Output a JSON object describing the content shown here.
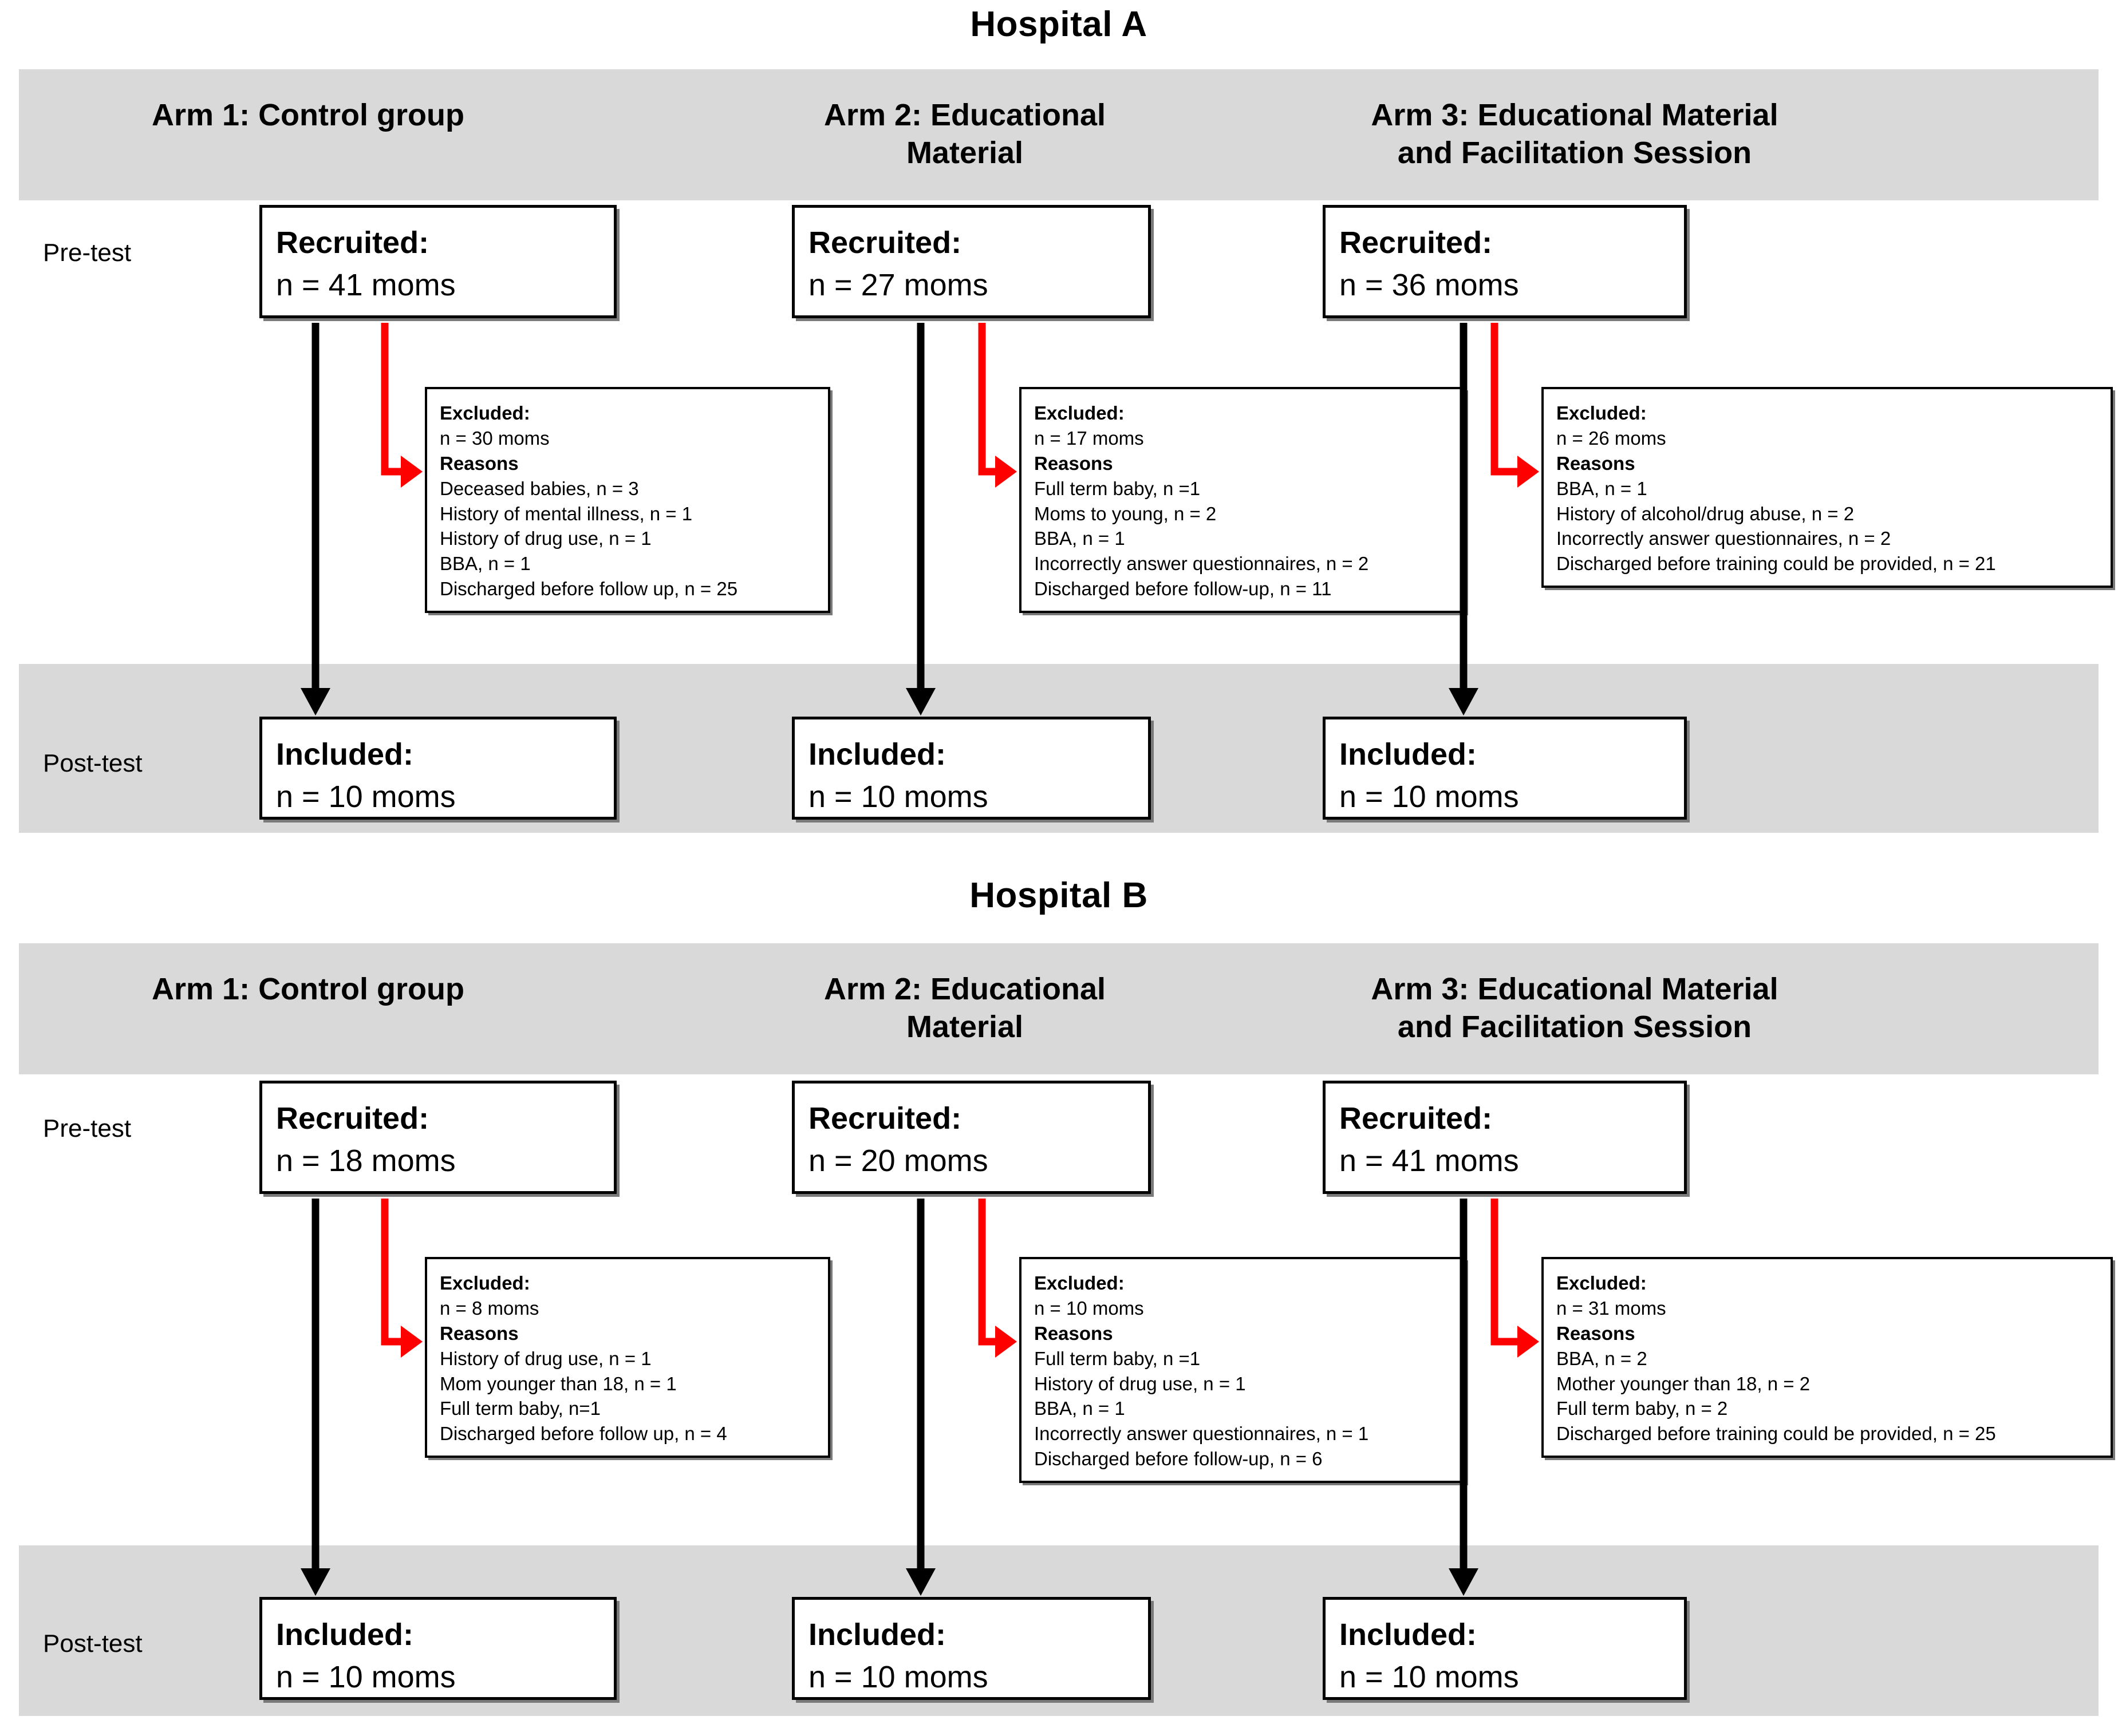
{
  "colors": {
    "band": "#d9d9d9",
    "box_border": "#000000",
    "arrow_black": "#000000",
    "arrow_red": "#ff0000",
    "background": "#ffffff"
  },
  "stage_labels": {
    "pre_test": "Pre-test",
    "post_test": "Post-test"
  },
  "sections": [
    {
      "id": "hospital-a",
      "title": "Hospital A",
      "arms": [
        {
          "header": "Arm 1: Control group",
          "header_lines": [
            "Arm 1: Control group"
          ],
          "recruited": {
            "title": "Recruited:",
            "n": "n = 41 moms"
          },
          "excluded": {
            "title": "Excluded:",
            "n": "n = 30 moms",
            "reasons_label": "Reasons",
            "reasons": [
              "Deceased babies, n = 3",
              "History of mental illness, n = 1",
              "History of drug use, n = 1",
              "BBA, n = 1",
              "Discharged before follow up, n = 25"
            ]
          },
          "included": {
            "title": "Included:",
            "n": "n = 10 moms"
          }
        },
        {
          "header": "Arm 2: Educational Material",
          "header_lines": [
            "Arm 2: Educational",
            "Material"
          ],
          "recruited": {
            "title": "Recruited:",
            "n": "n = 27 moms"
          },
          "excluded": {
            "title": "Excluded:",
            "n": "n = 17 moms",
            "reasons_label": "Reasons",
            "reasons": [
              "Full term baby, n =1",
              "Moms to young, n = 2",
              "BBA, n = 1",
              "Incorrectly answer questionnaires, n = 2",
              "Discharged before follow-up, n = 11"
            ]
          },
          "included": {
            "title": "Included:",
            "n": "n = 10 moms"
          }
        },
        {
          "header": "Arm 3: Educational Material and Facilitation Session",
          "header_lines": [
            "Arm 3: Educational Material",
            "and Facilitation Session"
          ],
          "recruited": {
            "title": "Recruited:",
            "n": "n = 36 moms"
          },
          "excluded": {
            "title": "Excluded:",
            "n": "n = 26 moms",
            "reasons_label": "Reasons",
            "reasons": [
              "BBA, n = 1",
              "History of alcohol/drug abuse, n = 2",
              "Incorrectly answer questionnaires, n = 2",
              "Discharged before training could be provided, n = 21"
            ]
          },
          "included": {
            "title": "Included:",
            "n": "n = 10 moms"
          }
        }
      ]
    },
    {
      "id": "hospital-b",
      "title": "Hospital B",
      "arms": [
        {
          "header": "Arm 1: Control group",
          "header_lines": [
            "Arm 1: Control group"
          ],
          "recruited": {
            "title": "Recruited:",
            "n": "n = 18 moms"
          },
          "excluded": {
            "title": "Excluded:",
            "n": "n = 8 moms",
            "reasons_label": "Reasons",
            "reasons": [
              "History of drug use, n = 1",
              "Mom younger than 18, n = 1",
              "Full term baby, n=1",
              "Discharged before follow up, n = 4"
            ]
          },
          "included": {
            "title": "Included:",
            "n": "n = 10 moms"
          }
        },
        {
          "header": "Arm 2: Educational Material",
          "header_lines": [
            "Arm 2: Educational",
            "Material"
          ],
          "recruited": {
            "title": "Recruited:",
            "n": "n = 20 moms"
          },
          "excluded": {
            "title": "Excluded:",
            "n": "n = 10 moms",
            "reasons_label": "Reasons",
            "reasons": [
              "Full term baby, n =1",
              "History of drug use, n = 1",
              "BBA, n = 1",
              "Incorrectly answer questionnaires, n = 1",
              "Discharged before follow-up, n = 6"
            ]
          },
          "included": {
            "title": "Included:",
            "n": "n = 10 moms"
          }
        },
        {
          "header": "Arm 3: Educational Material and Facilitation Session",
          "header_lines": [
            "Arm 3: Educational Material",
            "and Facilitation Session"
          ],
          "recruited": {
            "title": "Recruited:",
            "n": "n = 41 moms"
          },
          "excluded": {
            "title": "Excluded:",
            "n": "n = 31 moms",
            "reasons_label": "Reasons",
            "reasons": [
              "BBA, n = 2",
              "Mother younger than 18, n = 2",
              "Full term baby, n = 2",
              "Discharged before training could be provided, n = 25"
            ]
          },
          "included": {
            "title": "Included:",
            "n": "n = 10 moms"
          }
        }
      ]
    }
  ]
}
